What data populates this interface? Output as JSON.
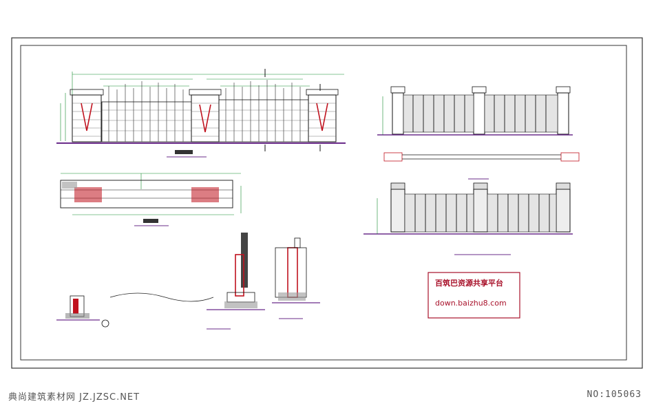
{
  "stamp": {
    "title": "百筑巴资源共享平台",
    "url": "down.baizhu8.com"
  },
  "footer": {
    "site_label": "典尚建筑素材网 JZ.JZSC.NET",
    "id_label": "NO:105063"
  },
  "colors": {
    "line": "#111111",
    "section_red": "#c0121e",
    "stamp_red": "#a8112a",
    "ground_purple": "#6a2b8a",
    "dim_green": "#118a2a"
  }
}
